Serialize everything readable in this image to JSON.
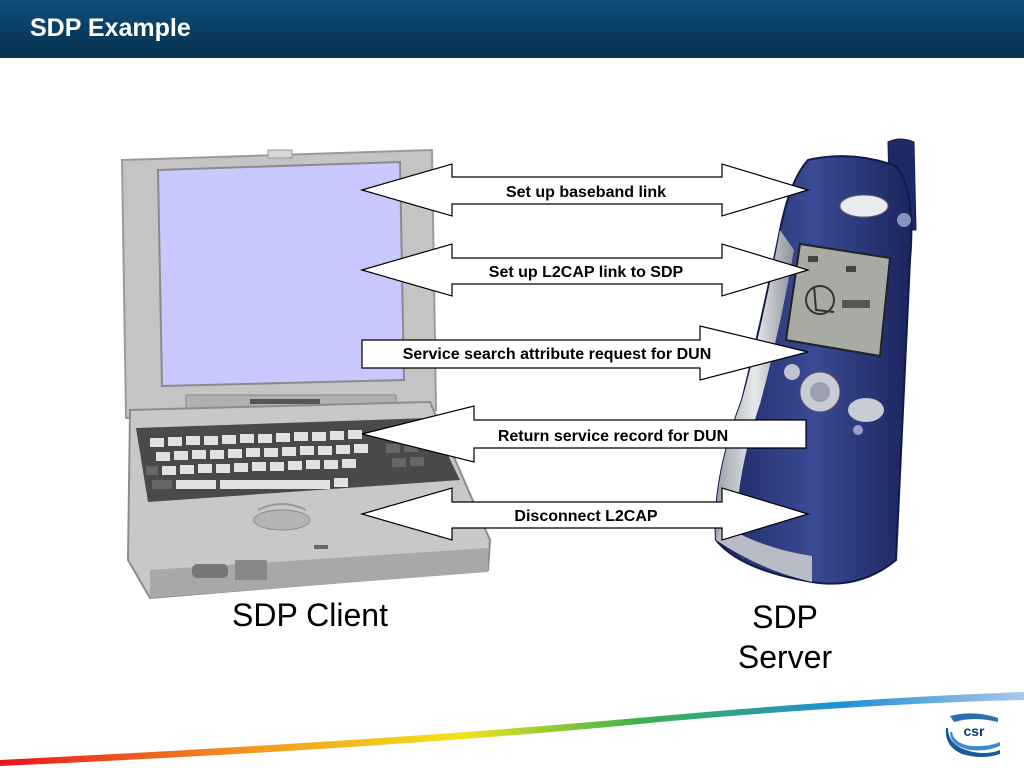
{
  "title": "SDP Example",
  "messages": [
    {
      "label": "Set up baseband link",
      "direction": "both"
    },
    {
      "label": "Set up L2CAP link to SDP",
      "direction": "both"
    },
    {
      "label": "Service search attribute request for DUN",
      "direction": "right"
    },
    {
      "label": "Return service record for DUN",
      "direction": "left"
    },
    {
      "label": "Disconnect L2CAP",
      "direction": "both"
    }
  ],
  "client": {
    "label": "SDP Client"
  },
  "server": {
    "label_line1": "SDP",
    "label_line2": "Server"
  },
  "logo": {
    "text": "csr"
  },
  "colors": {
    "title_bar": "#0a3d62",
    "laptop_screen": "#c8c8ff",
    "phone_body": "#2e3a7a"
  }
}
